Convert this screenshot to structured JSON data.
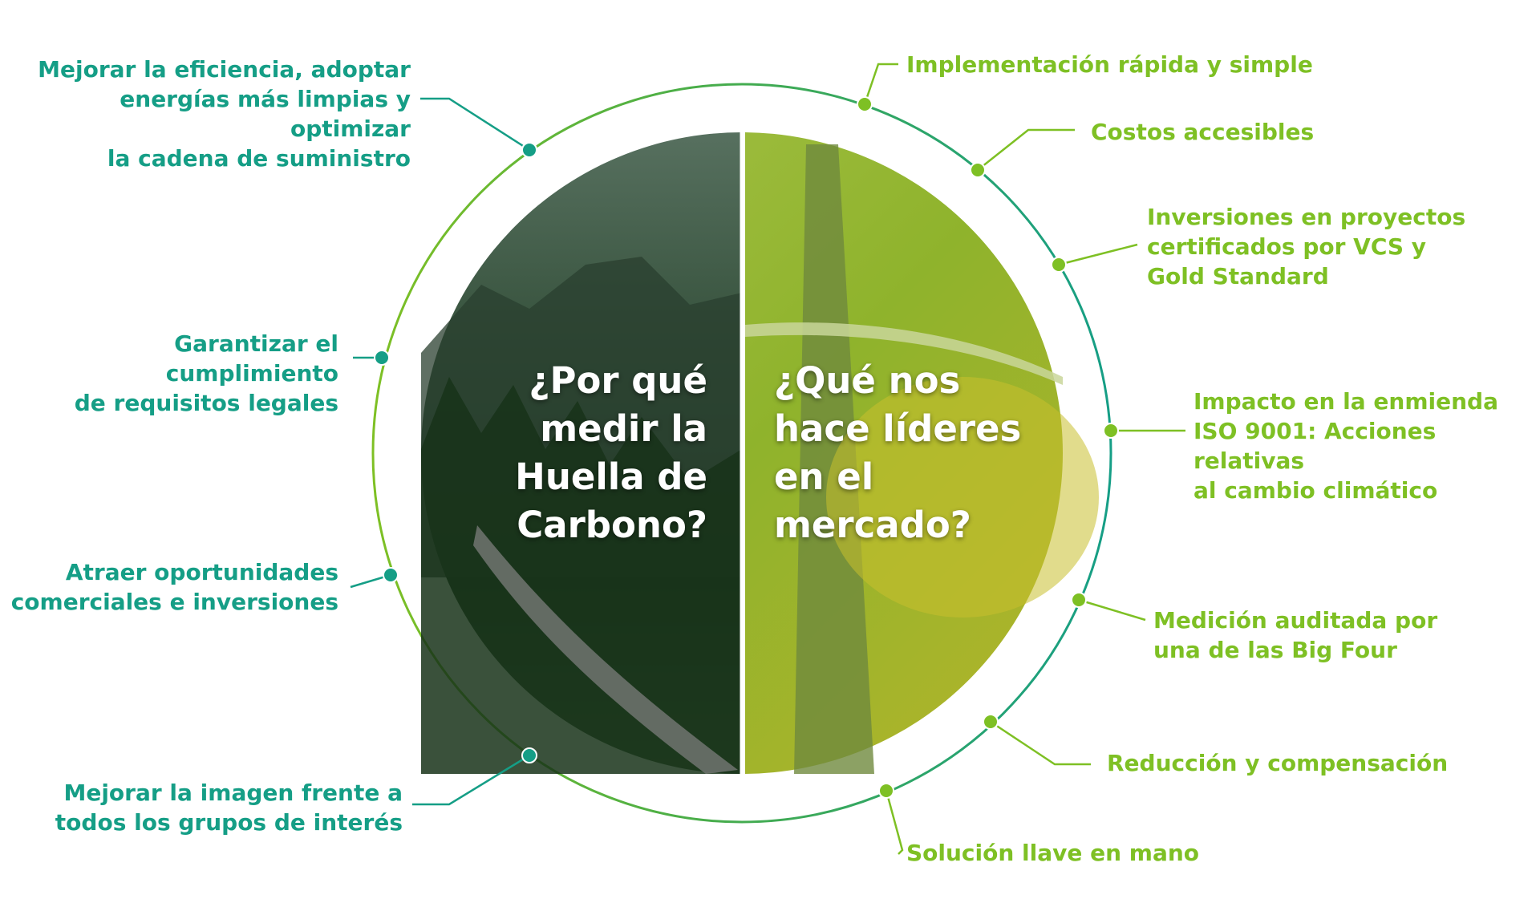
{
  "colors": {
    "left_accent": "#159e86",
    "right_accent": "#7ec024",
    "left_photo": "#2f4a33",
    "right_photo": "#9dbb34",
    "divider": "#ffffff"
  },
  "center": {
    "left_question": "¿Por qué\nmedir la\nHuella de\nCarbono?",
    "right_question": "¿Qué nos\nhace líderes\nen el\nmercado?"
  },
  "left_items": [
    {
      "text": "Mejorar la eficiencia, adoptar\nenergías más limpias y optimizar\nla cadena de suministro"
    },
    {
      "text": "Garantizar el cumplimiento\nde requisitos legales"
    },
    {
      "text": "Atraer oportunidades\ncomerciales e inversiones"
    },
    {
      "text": "Mejorar la imagen frente a\ntodos los grupos de interés"
    }
  ],
  "right_items": [
    {
      "text": "Implementación rápida y simple"
    },
    {
      "text": "Costos accesibles"
    },
    {
      "text": "Inversiones en proyectos\ncertificados por VCS y\nGold Standard"
    },
    {
      "text": "Impacto en la enmienda\nISO 9001: Acciones relativas\nal cambio climático"
    },
    {
      "text": "Medición auditada por\nuna de las Big Four"
    },
    {
      "text": "Reducción y compensación"
    },
    {
      "text": "Solución llave en mano"
    }
  ]
}
